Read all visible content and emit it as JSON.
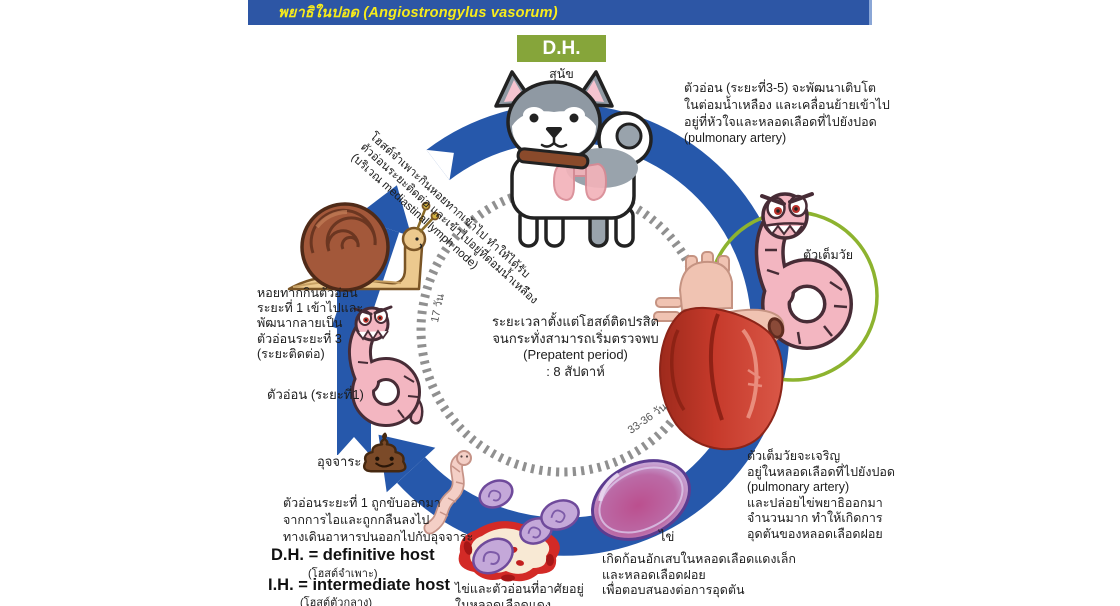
{
  "banner": {
    "title": "พยาธิในปอด (Angiostrongylus vasorum)"
  },
  "badge": {
    "dh": "D.H.",
    "dog": "สุนัข"
  },
  "notes": {
    "larvae_develop": "ตัวอ่อน (ระยะที่3-5) จะพัฒนาเติบโต\nในต่อมน้ำเหลือง และเคลื่อนย้ายเข้าไป\nอยู่ที่หัวใจและหลอดเลือดที่ไปยังปอด\n(pulmonary artery)",
    "host_ingests_snail": "โฮสต์จำเพาะกินหอยทากเข้าไป ทำให้ได้รับ\nตัวอ่อนระยะติดต่อ และเข้าไปอยู่ที่ต่อมน้ำเหลือง\n(บริเวณ mediastinal lymph node)",
    "prepatent": "ระยะเวลาตั้งแต่โฮสต์ติดปรสิต\nจนกระทั่งสามารถเริ่มตรวจพบ\n(Prepatent period)\n: 8 สัปดาห์",
    "snail_eats": "หอยทากกินตัวอ่อน\nระยะที่ 1 เข้าไปและ\nพัฒนากลายเป็น\nตัวอ่อนระยะที่ 3\n(ระยะติดต่อ)",
    "l1_expelled": "ตัวอ่อนระยะที่ 1 ถูกขับออกมา\nจากการไอและถูกกลืนลงไป\nทางเดินอาหารปนออกไปกับอุจจาระ",
    "adult_in_artery": "ตัวเต็มวัยจะเจริญ\nอยู่ในหลอดเลือดที่ไปยังปอด\n(pulmonary artery)\nและปล่อยไข่พยาธิออกมา\nจำนวนมาก ทำให้เกิดการ\nอุดตันของหลอดเลือดฝอย",
    "inflammation": "เกิดก้อนอักเสบในหลอดเลือดแดงเล็ก\nและหลอดเลือดฝอย\nเพื่อตอบสนองต่อการอุดตัน",
    "eggs_in_vessels": "ไข่และตัวอ่อนที่อาศัยอยู่\nในหลอดเลือดแดง"
  },
  "labels": {
    "adult": "ตัวเต็มวัย",
    "l1": "ตัวอ่อน (ระยะที่1)",
    "feces": "อุจจาระ",
    "egg": "ไข่",
    "day17": "17 วัน",
    "day3336": "33-36 วัน"
  },
  "legend": {
    "dh": "D.H. = definitive host",
    "dh_sub": "(โฮสต์จำเพาะ)",
    "ih": "I.H. = intermediate host",
    "ih_sub": "(โฮสต์ตัวกลาง)"
  },
  "colors": {
    "banner_bg": "#2d56a5",
    "banner_text": "#f7ec1b",
    "cycle_blue": "#2658ab",
    "badge_green": "#86a53a",
    "circle_green": "#8db32f"
  }
}
